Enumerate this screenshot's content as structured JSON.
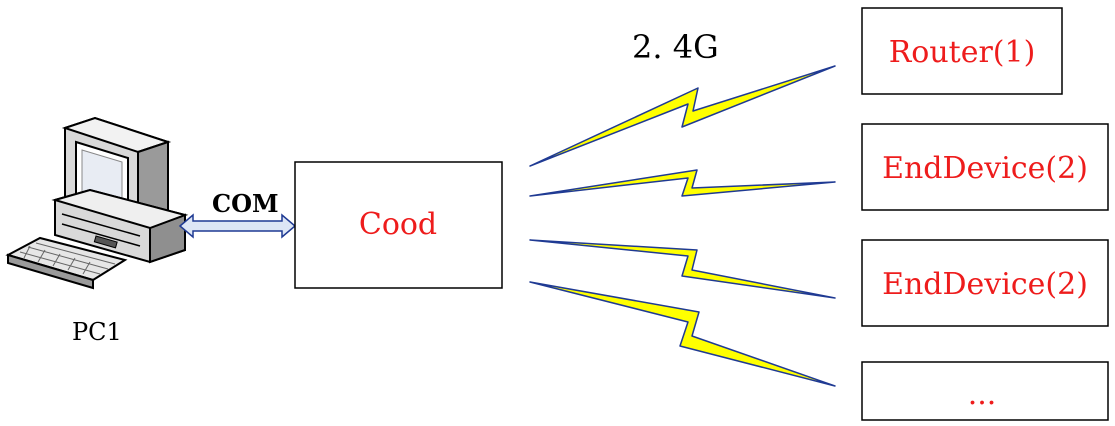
{
  "pc": {
    "label": "PC1",
    "icon": "desktop-computer-icon"
  },
  "link": {
    "label": "COM",
    "icon": "double-arrow-icon"
  },
  "coordinator": {
    "label": "Cood"
  },
  "wireless": {
    "label": "2. 4G",
    "icon": "lightning-bolt-icon",
    "bolt_color": "#ffff00"
  },
  "nodes": [
    {
      "label": "Router(1)"
    },
    {
      "label": "EndDevice(2)"
    },
    {
      "label": "EndDevice(2)"
    },
    {
      "label": "..."
    }
  ],
  "colors": {
    "node_text": "#ee1c1c",
    "line": "#1f3a93",
    "arrow_fill": "#dde6f5"
  }
}
